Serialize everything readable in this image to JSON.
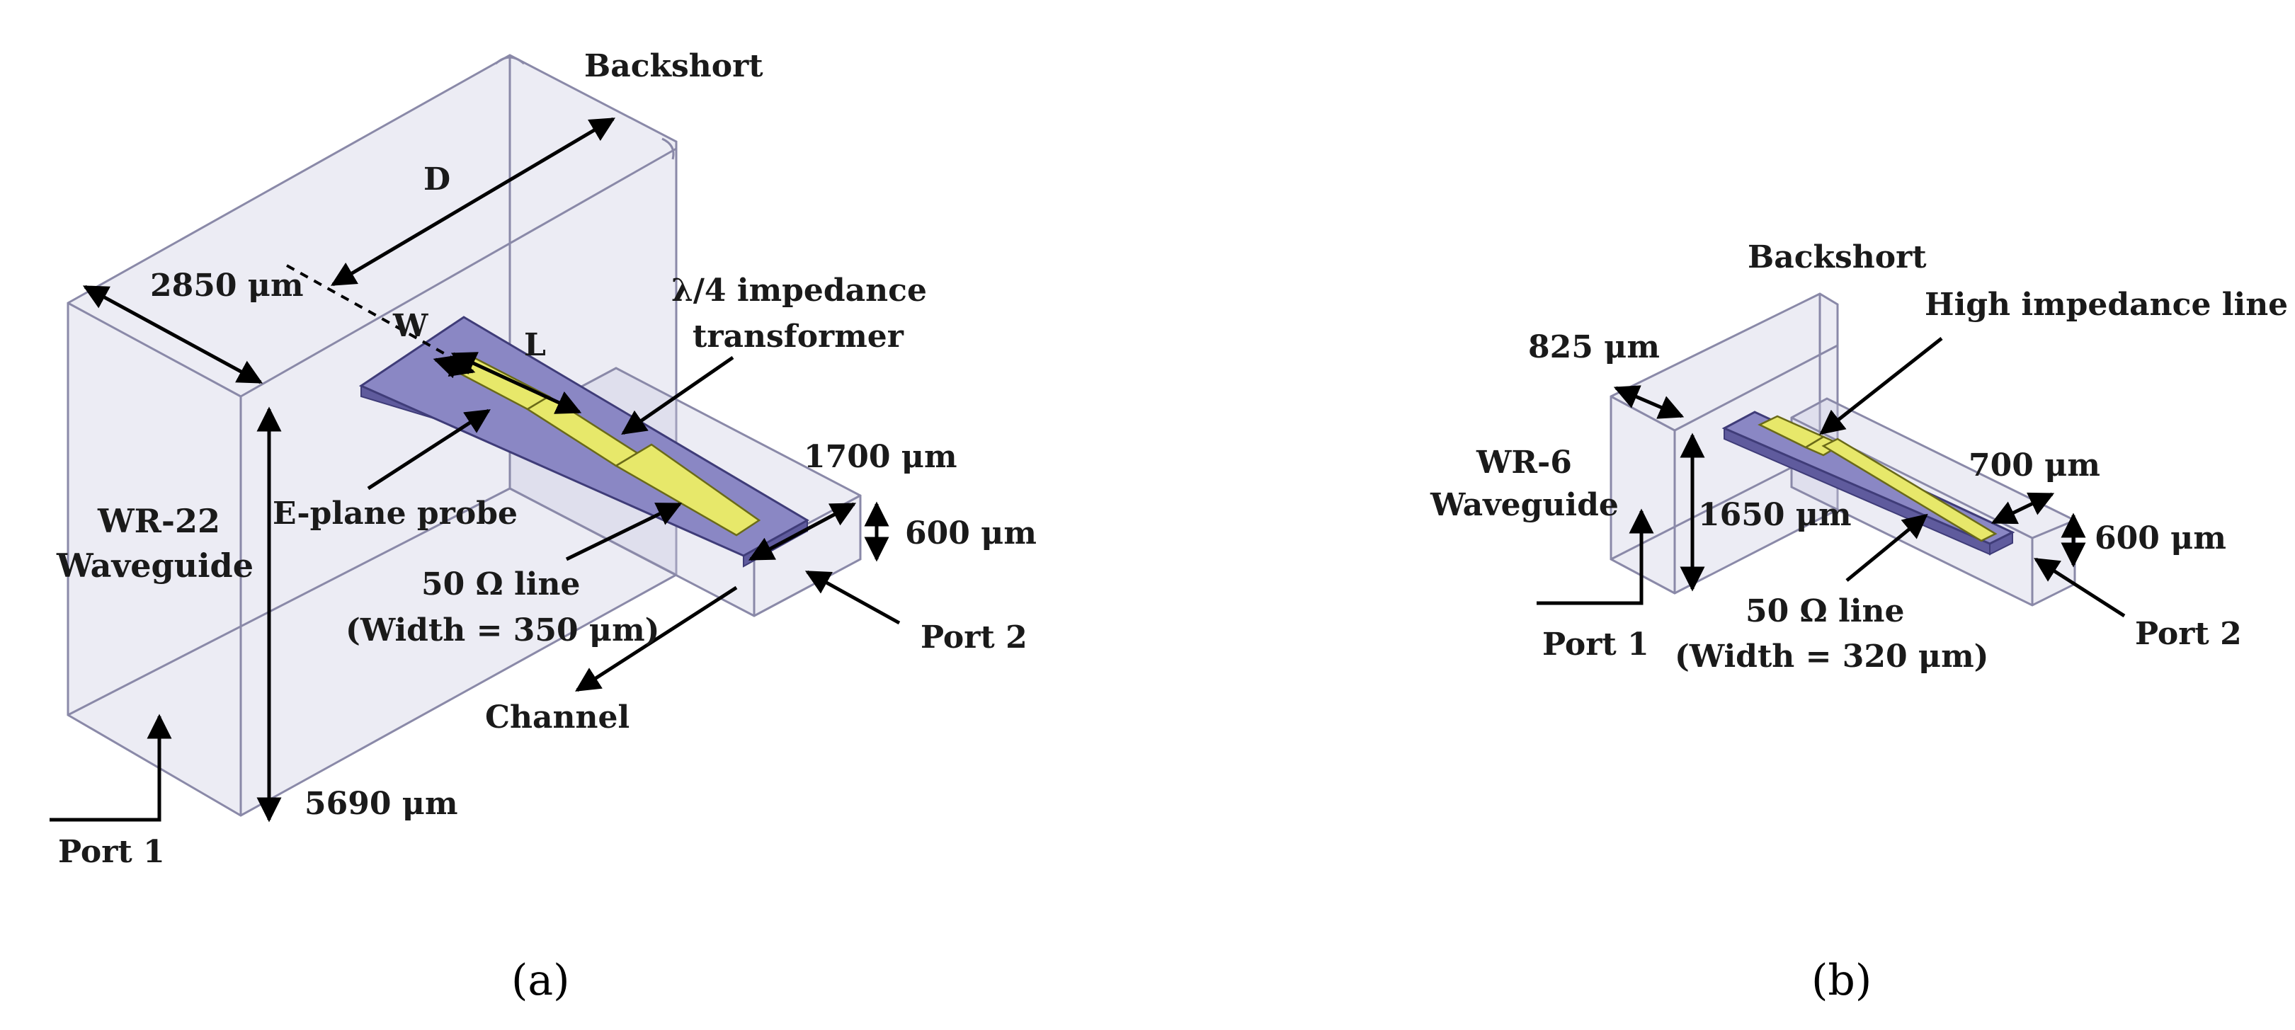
{
  "panel_a": {
    "caption": "(a)",
    "labels": {
      "backshort": "Backshort",
      "d": "D",
      "width_2850": "2850 μm",
      "w": "W",
      "l": "L",
      "lambda_line1": "λ/4 impedance",
      "lambda_line2": "transformer",
      "eplane_probe": "E-plane probe",
      "wr22_line1": "WR-22",
      "wr22_line2": "Waveguide",
      "dim_1700": "1700 μm",
      "dim_600": "600 μm",
      "line50_line1": "50 Ω line",
      "line50_line2": "(Width = 350 μm)",
      "port2": "Port 2",
      "channel": "Channel",
      "dim_5690": "5690 μm",
      "port1": "Port 1"
    }
  },
  "panel_b": {
    "caption": "(b)",
    "labels": {
      "backshort": "Backshort",
      "high_impedance": "High impedance line",
      "dim_825": "825 μm",
      "wr6_line1": "WR-6",
      "wr6_line2": "Waveguide",
      "dim_1650": "1650 μm",
      "dim_700": "700 μm",
      "dim_600": "600 μm",
      "line50_line1": "50 Ω line",
      "line50_line2": "(Width = 320 μm)",
      "port1": "Port 1",
      "port2": "Port 2"
    }
  },
  "colors": {
    "waveguide_edge": "#8a89a8",
    "substrate": "#8a87c4",
    "conductor": "#e7e86a"
  }
}
